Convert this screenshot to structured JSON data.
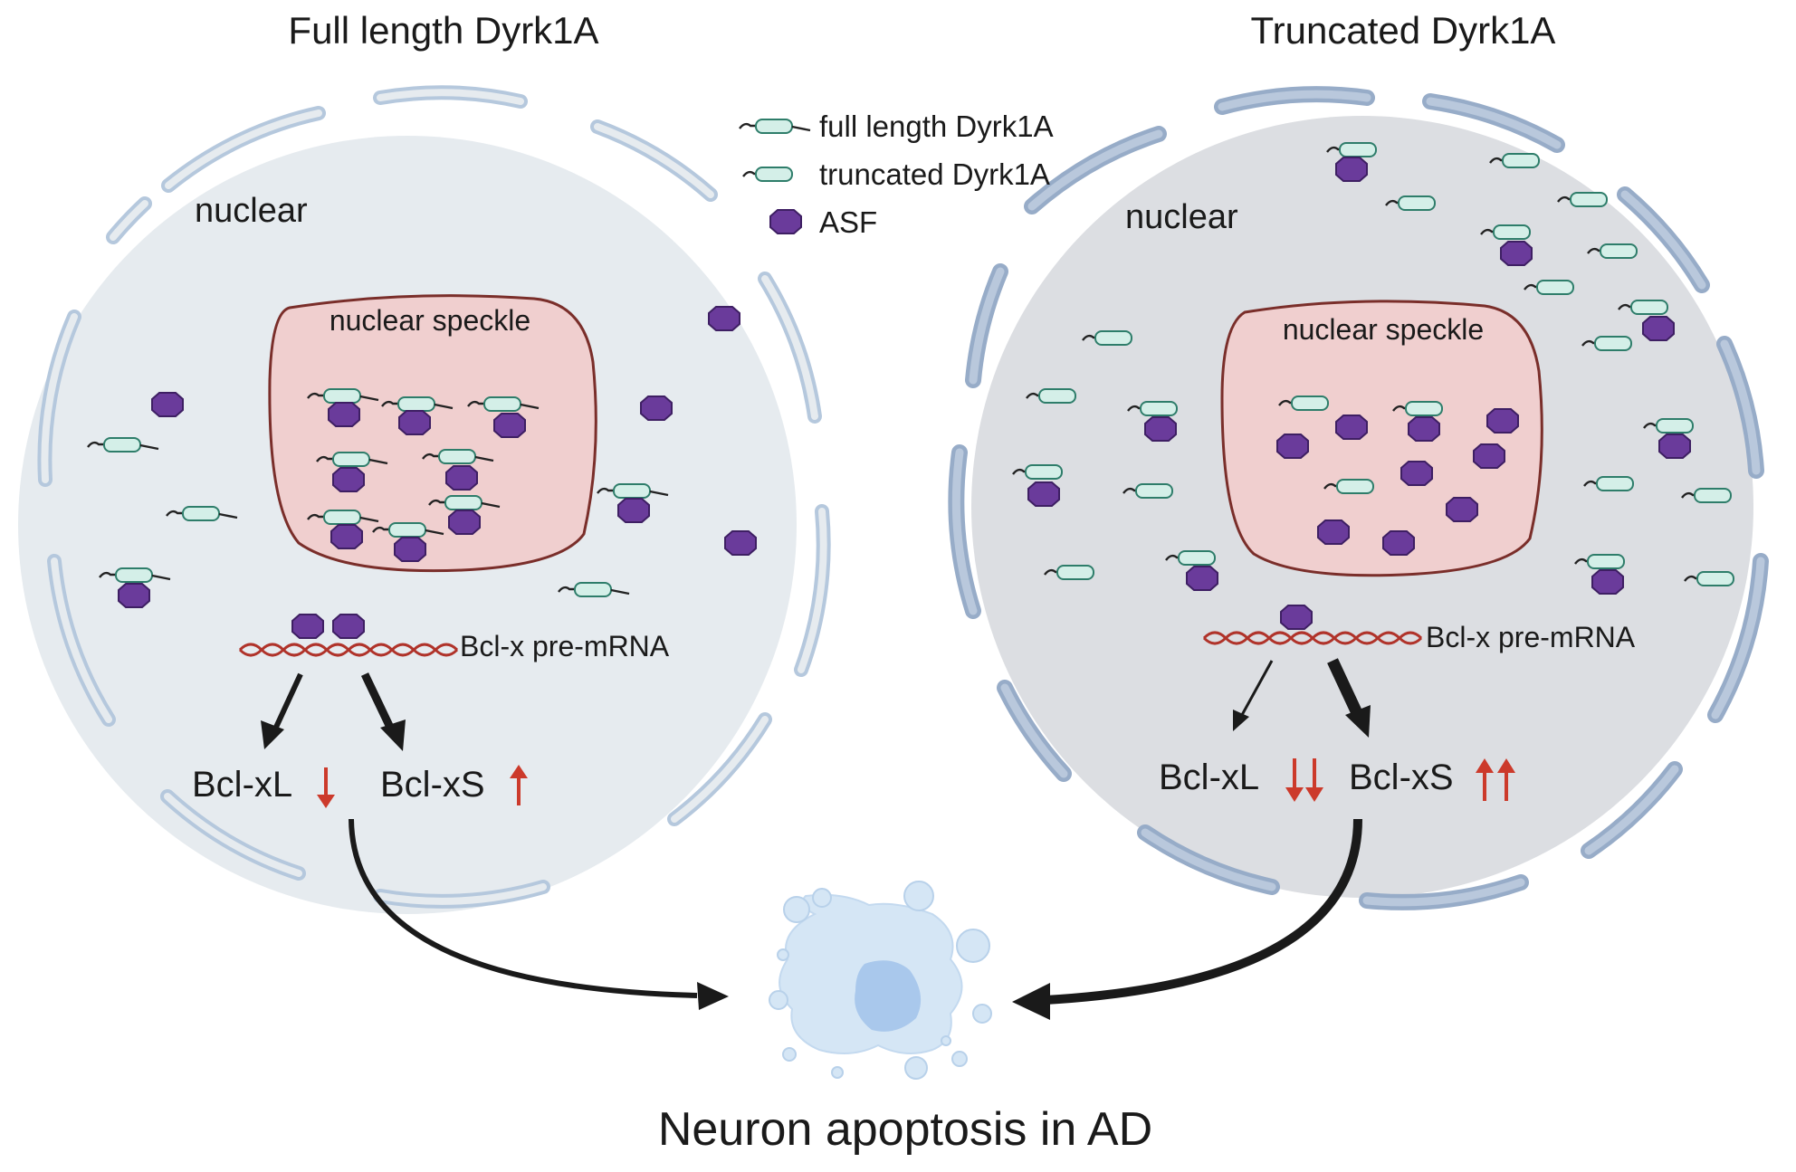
{
  "titles": {
    "left": "Full length Dyrk1A",
    "right": "Truncated Dyrk1A"
  },
  "legend": {
    "full_length": "full length Dyrk1A",
    "truncated": "truncated Dyrk1A",
    "asf": "ASF"
  },
  "left_cell": {
    "nuclear_label": "nuclear",
    "speckle_label": "nuclear speckle",
    "pre_mrna_label": "Bcl-x pre-mRNA",
    "bcl_xl": "Bcl-xL",
    "bcl_xs": "Bcl-xS"
  },
  "right_cell": {
    "nuclear_label": "nuclear",
    "speckle_label": "nuclear speckle",
    "pre_mrna_label": "Bcl-x pre-mRNA",
    "bcl_xl": "Bcl-xL",
    "bcl_xs": "Bcl-xS"
  },
  "outcome": "Neuron apoptosis in AD",
  "colors": {
    "left_cell_fill": "#e6ebef",
    "right_cell_fill": "#dcdee2",
    "membrane_left": "#dfe8f3",
    "membrane_right": "#a9bcd6",
    "speckle_fill": "#f0cfcf",
    "speckle_stroke": "#7a2e2a",
    "asf": "#6a3b9b",
    "dyrk1a_body": "#d4efe8",
    "arrow_red": "#cc3a2b"
  }
}
